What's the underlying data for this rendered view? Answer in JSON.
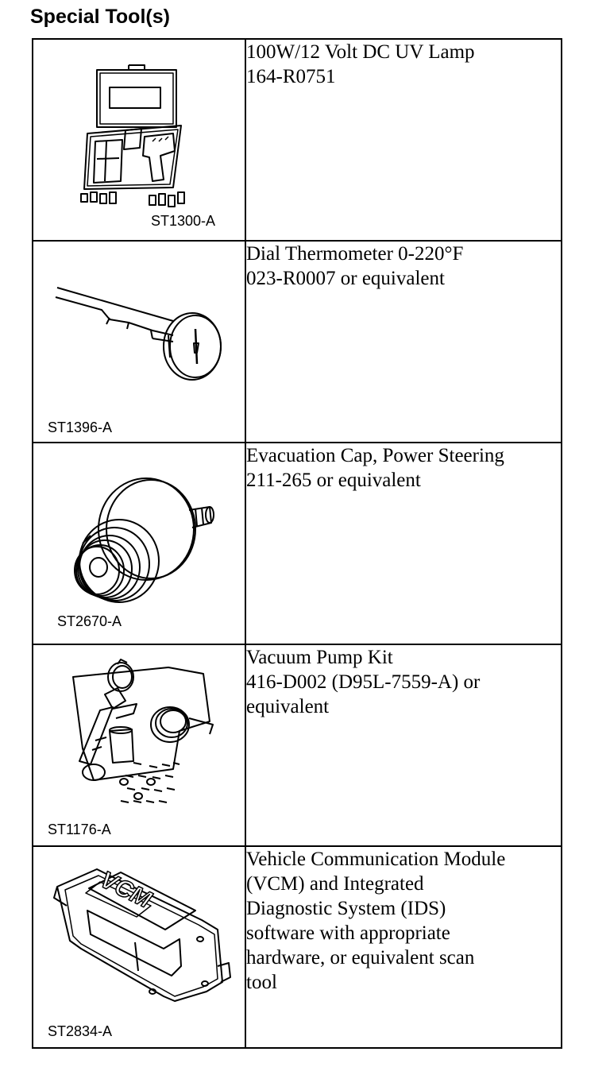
{
  "page": {
    "heading": "Special Tool(s)"
  },
  "tools": [
    {
      "code": "ST1300-A",
      "description": "100W/12 Volt DC UV Lamp\n164-R0751",
      "icon": "uv-lamp-kit-icon"
    },
    {
      "code": "ST1396-A",
      "description": "Dial Thermometer 0-220°F\n023-R0007 or equivalent",
      "icon": "dial-thermometer-icon"
    },
    {
      "code": "ST2670-A",
      "description": "Evacuation Cap, Power Steering\n211-265 or equivalent",
      "icon": "evacuation-cap-icon"
    },
    {
      "code": "ST1176-A",
      "description": "Vacuum Pump Kit\n416-D002 (D95L-7559-A) or\nequivalent",
      "icon": "vacuum-pump-kit-icon"
    },
    {
      "code": "ST2834-A",
      "description": "Vehicle Communication Module\n(VCM) and Integrated\nDiagnostic System (IDS)\nsoftware with appropriate\nhardware, or equivalent scan\ntool",
      "icon": "vcm-module-icon",
      "label": "VCM"
    }
  ]
}
